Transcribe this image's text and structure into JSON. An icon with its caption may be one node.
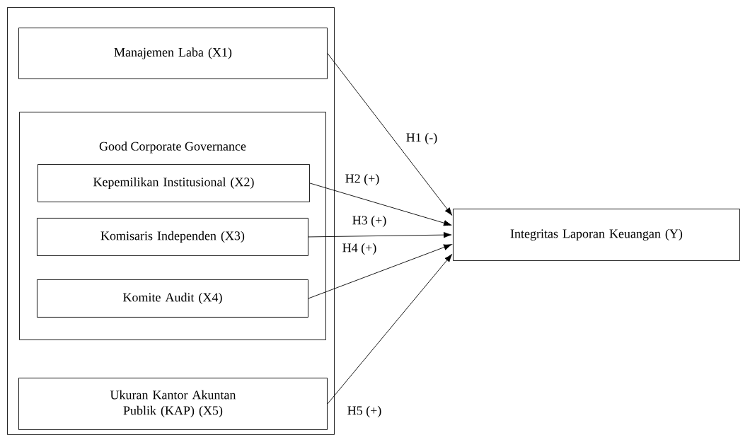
{
  "diagram": {
    "nodes": [
      {
        "text": [],
        "shape": "box"
      },
      {
        "text": [
          "Manajemen Laba (X1)"
        ],
        "in": 0
      },
      {
        "text": [
          "Good Corporate Governance"
        ],
        "in": 0
      },
      {
        "text": [
          "Kepemilikan Institusional (X2)"
        ],
        "in": 2
      },
      {
        "text": [
          "Komisaris Independen (X3)"
        ],
        "in": 2
      },
      {
        "text": [
          "Komite Audit (X4)"
        ],
        "in": 2
      },
      {
        "text": [
          "Ukuran Kantor Akuntan Publik (KAP) (X5)"
        ],
        "in": 0
      },
      {
        "text": [
          "Integritas Laporan Keuangan (Y)"
        ]
      }
    ],
    "edges": [
      {
        "from": 1,
        "to": 7,
        "arrow": "to",
        "label": "H1 (-)"
      },
      {
        "from": 3,
        "to": 7,
        "arrow": "to",
        "label": "H2 (+)"
      },
      {
        "from": 4,
        "to": 7,
        "arrow": "to",
        "label": "H3 (+)"
      },
      {
        "from": 5,
        "to": 7,
        "arrow": "to",
        "label": "H4 (+)"
      },
      {
        "from": 6,
        "to": 7,
        "arrow": "to",
        "label": "H5 (+)"
      }
    ]
  }
}
